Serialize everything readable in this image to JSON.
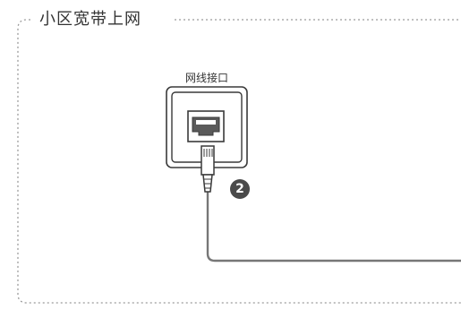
{
  "title": "小区宽带上网",
  "wall_port": {
    "label": "网线接口"
  },
  "step_badge": {
    "number": "2"
  },
  "colors": {
    "border_dotted": "#9a9a9a",
    "outline": "#3a3a3a",
    "cable": "#777777",
    "badge_bg": "#4a4a4a",
    "text": "#333333"
  }
}
